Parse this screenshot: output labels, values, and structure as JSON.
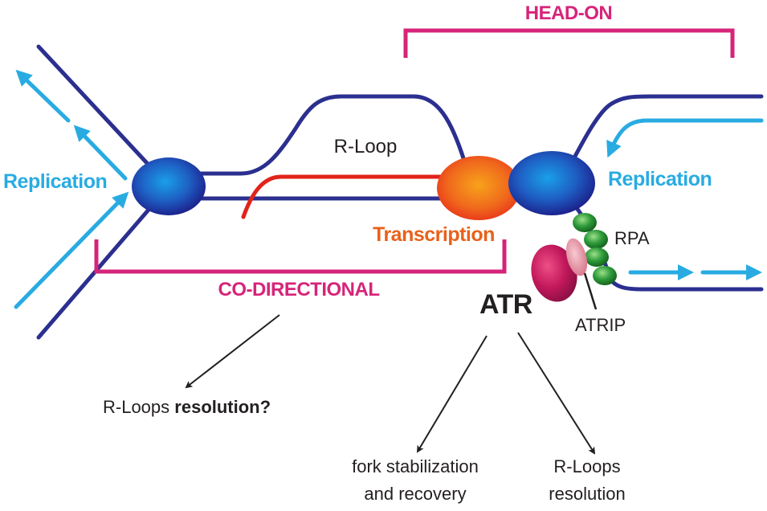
{
  "labels": {
    "head_on": "HEAD-ON",
    "co_directional": "CO-DIRECTIONAL",
    "r_loop": "R-Loop",
    "replication_left": "Replication",
    "replication_right": "Replication",
    "transcription": "Transcription",
    "rpa": "RPA",
    "atr": "ATR",
    "atrip": "ATRIP",
    "outcome_left_normal": "R-Loops ",
    "outcome_left_bold": "resolution?",
    "outcome_mid_line1": "fork stabilization",
    "outcome_mid_line2": "and recovery",
    "outcome_right_line1": "R-Loops",
    "outcome_right_line2": "resolution"
  },
  "colors": {
    "dna": "#2b2f8f",
    "rna": "#e2231a",
    "arrow_blue": "#29abe2",
    "bracket_magenta": "#d6247a",
    "transcription_orange": "#e8611a",
    "rpa_green": "#2e8b2e",
    "atr_magenta": "#c2185b",
    "atrip_pink": "#e89aa8",
    "text": "#231f20"
  }
}
